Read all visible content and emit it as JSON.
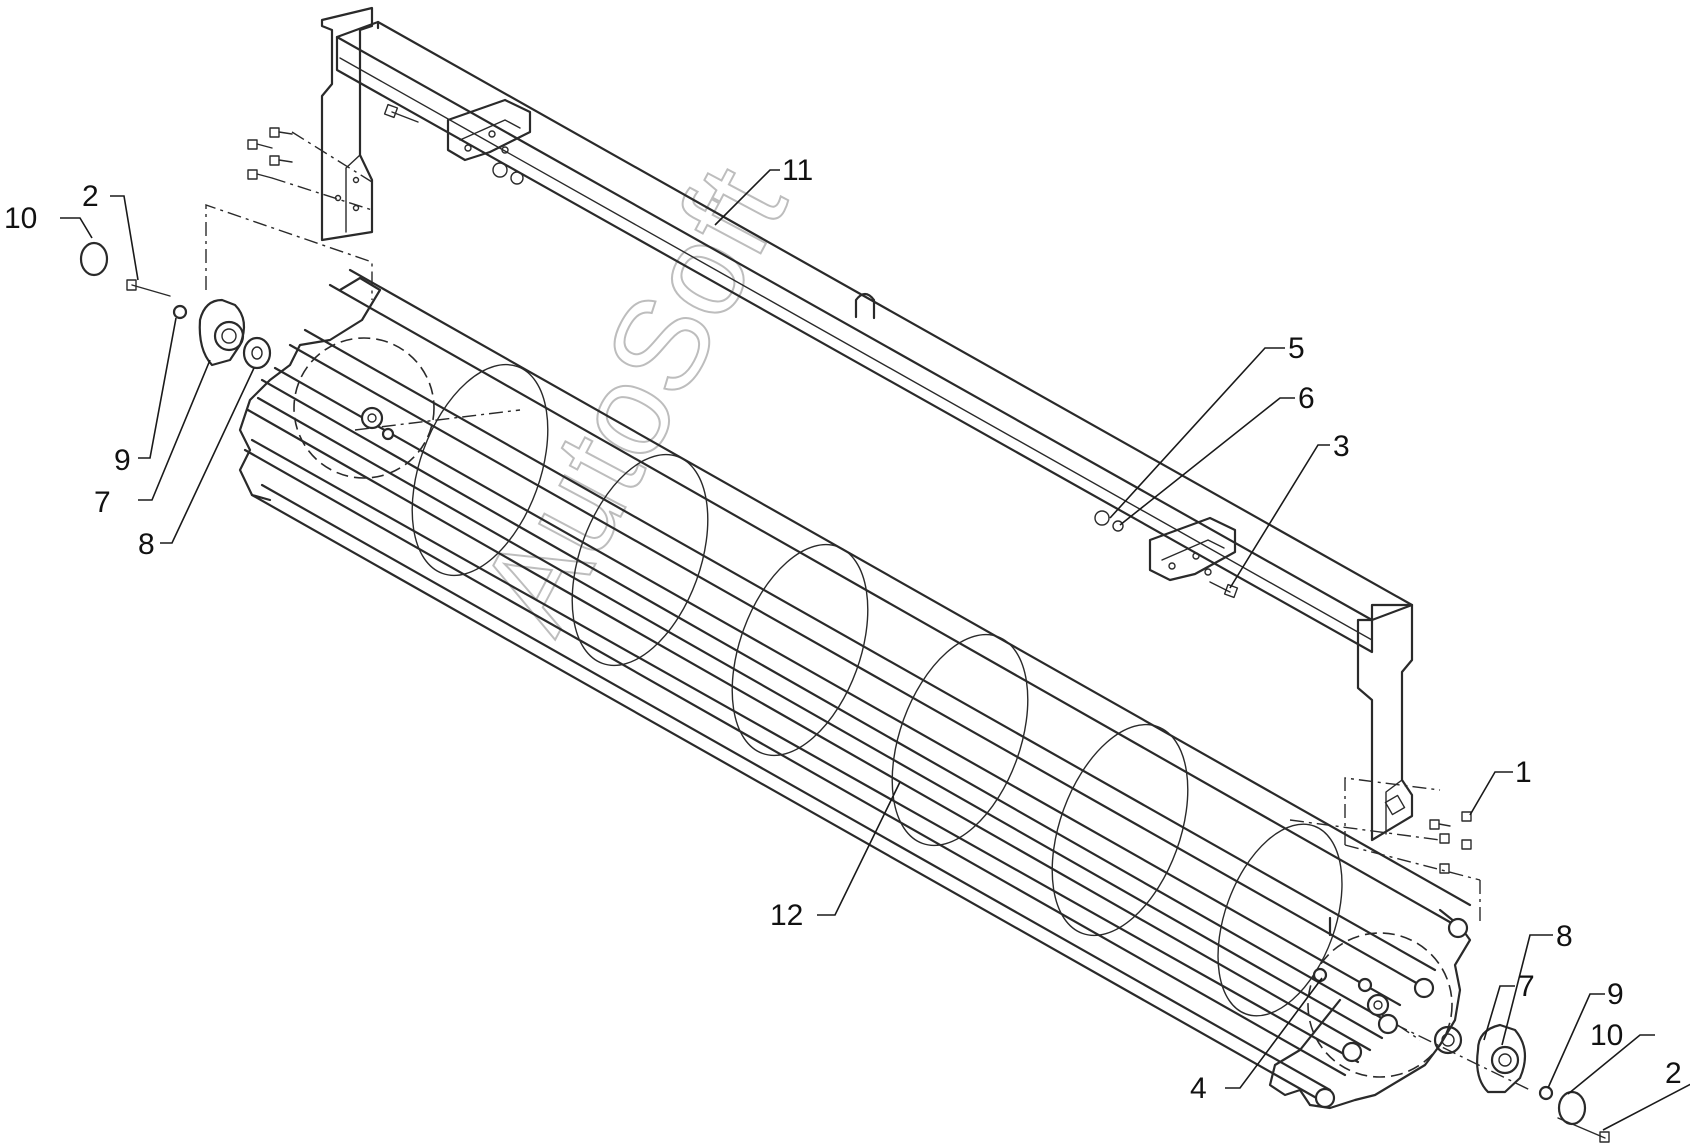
{
  "watermark": "AutoSoft",
  "callouts": {
    "c1": "1",
    "c2_left": "2",
    "c2_right": "2",
    "c3": "3",
    "c4": "4",
    "c5": "5",
    "c6": "6",
    "c7_left": "7",
    "c7_right": "7",
    "c8_left": "8",
    "c8_right": "8",
    "c9_left": "9",
    "c9_right": "9",
    "c10_left": "10",
    "c10_right": "10",
    "c11": "11",
    "c12": "12"
  },
  "colors": {
    "line": "#2a2a2a",
    "watermark": "#bdbdbd",
    "background": "#ffffff"
  }
}
